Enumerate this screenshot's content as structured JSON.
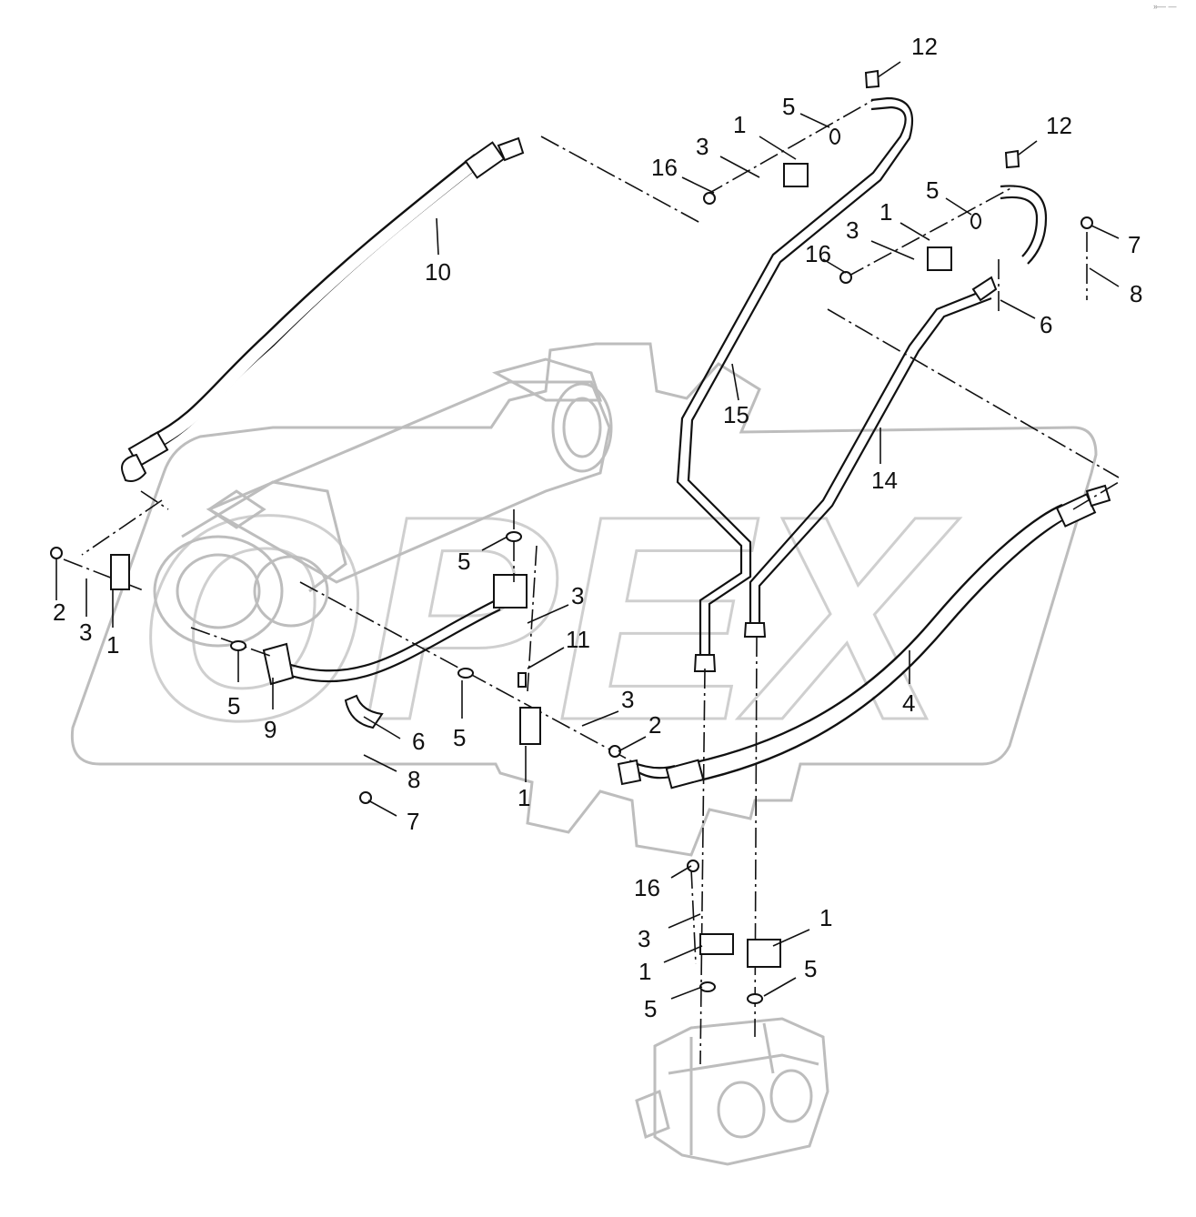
{
  "corner_mark": "»— —",
  "watermark": "OPEX",
  "callouts": [
    {
      "id": "c-12a",
      "text": "12"
    },
    {
      "id": "c-12b",
      "text": "12"
    },
    {
      "id": "c-5a",
      "text": "5"
    },
    {
      "id": "c-1a",
      "text": "1"
    },
    {
      "id": "c-3a",
      "text": "3"
    },
    {
      "id": "c-16a",
      "text": "16"
    },
    {
      "id": "c-5b",
      "text": "5"
    },
    {
      "id": "c-1b",
      "text": "1"
    },
    {
      "id": "c-3b",
      "text": "3"
    },
    {
      "id": "c-16b",
      "text": "16"
    },
    {
      "id": "c-7a",
      "text": "7"
    },
    {
      "id": "c-8a",
      "text": "8"
    },
    {
      "id": "c-6a",
      "text": "6"
    },
    {
      "id": "c-10",
      "text": "10"
    },
    {
      "id": "c-15",
      "text": "15"
    },
    {
      "id": "c-14",
      "text": "14"
    },
    {
      "id": "c-2a",
      "text": "2"
    },
    {
      "id": "c-3c",
      "text": "3"
    },
    {
      "id": "c-1c",
      "text": "1"
    },
    {
      "id": "c-5c",
      "text": "5"
    },
    {
      "id": "c-3d",
      "text": "3"
    },
    {
      "id": "c-11",
      "text": "11"
    },
    {
      "id": "c-5d",
      "text": "5"
    },
    {
      "id": "c-9",
      "text": "9"
    },
    {
      "id": "c-6b",
      "text": "6"
    },
    {
      "id": "c-5e",
      "text": "5"
    },
    {
      "id": "c-3e",
      "text": "3"
    },
    {
      "id": "c-2b",
      "text": "2"
    },
    {
      "id": "c-8b",
      "text": "8"
    },
    {
      "id": "c-1d",
      "text": "1"
    },
    {
      "id": "c-7b",
      "text": "7"
    },
    {
      "id": "c-4",
      "text": "4"
    },
    {
      "id": "c-16c",
      "text": "16"
    },
    {
      "id": "c-3f",
      "text": "3"
    },
    {
      "id": "c-1e",
      "text": "1"
    },
    {
      "id": "c-1f",
      "text": "1"
    },
    {
      "id": "c-5f",
      "text": "5"
    },
    {
      "id": "c-5g",
      "text": "5"
    }
  ]
}
